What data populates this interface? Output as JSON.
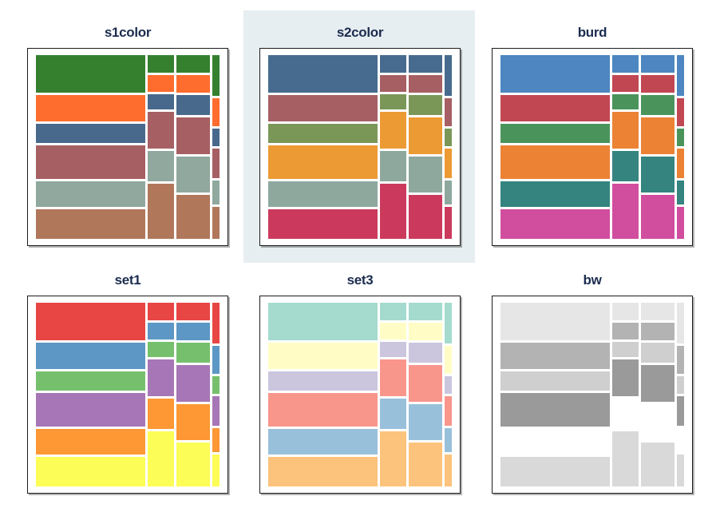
{
  "page": {
    "background_color": "#ffffff",
    "title_color": "#1b2c4f",
    "frame_border_color": "#1c1c1c",
    "cell_gap_color": "#ffffff"
  },
  "highlight": {
    "applies_to_panel": "s2color",
    "color": "#e7eef1"
  },
  "chart_data": {
    "type": "mosaic",
    "description": "Six identical mosaic plots (4 columns x 6 stacked cells) rendered with different fill palettes; no axes, ticks or numeric labels are shown",
    "layout": {
      "grid_rows": 2,
      "grid_cols": 3,
      "legend": "none",
      "axes": "none"
    },
    "mosaic_geometry": {
      "column_width_pct": [
        62,
        15,
        19,
        4
      ],
      "row_heights_pct_by_column": [
        [
          22,
          15,
          11.5,
          19.5,
          15,
          17
        ],
        [
          10,
          10,
          9,
          21,
          18,
          32
        ],
        [
          10,
          10.5,
          11.8,
          21,
          21.3,
          25.4
        ],
        [
          23.6,
          16.5,
          10,
          17.5,
          13.8,
          18.6
        ]
      ]
    },
    "panels": [
      {
        "title": "s1color",
        "highlighted": false,
        "palette": [
          "#35802f",
          "#fe6d2e",
          "#48698c",
          "#a65f63",
          "#90a89e",
          "#b0775a"
        ]
      },
      {
        "title": "s2color",
        "highlighted": true,
        "palette": [
          "#466b8e",
          "#a65f63",
          "#7b9758",
          "#ec9a34",
          "#8ea89e",
          "#cb3a5c"
        ]
      },
      {
        "title": "burd",
        "highlighted": false,
        "palette": [
          "#4d86c0",
          "#c14753",
          "#4a945c",
          "#eb8234",
          "#35847f",
          "#d14d9e"
        ]
      },
      {
        "title": "set1",
        "highlighted": false,
        "palette": [
          "#e74644",
          "#5d97c5",
          "#76c06d",
          "#a776b6",
          "#fd9834",
          "#fdfd57"
        ]
      },
      {
        "title": "set3",
        "highlighted": false,
        "palette": [
          "#a4dbce",
          "#fffdc5",
          "#cbc6de",
          "#f9968c",
          "#99c0db",
          "#fcc37c"
        ]
      },
      {
        "title": "bw",
        "highlighted": false,
        "palette": [
          "#e6e6e6",
          "#b3b3b3",
          "#cfcfcf",
          "#9a9a9a",
          "#ffffff",
          "#d9d9d9"
        ]
      }
    ]
  }
}
